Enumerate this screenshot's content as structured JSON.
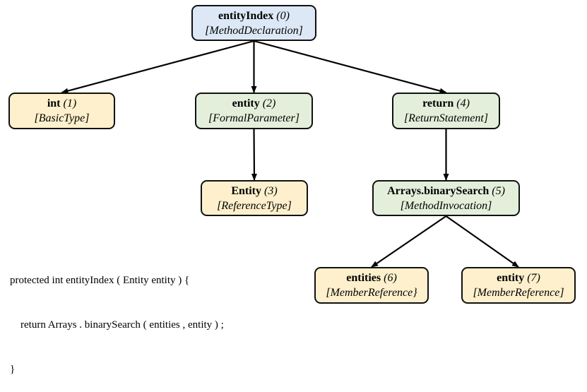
{
  "colors": {
    "method_declaration": "#dce8f6",
    "green_node": "#e3efda",
    "yellow_node": "#fef0cc",
    "edge": "#000000"
  },
  "nodes": [
    {
      "id": 0,
      "name": "entityIndex",
      "index": "(0)",
      "type": "[MethodDeclaration]",
      "fill": "blue"
    },
    {
      "id": 1,
      "name": "int",
      "index": "(1)",
      "type": "[BasicType]",
      "fill": "yellow"
    },
    {
      "id": 2,
      "name": "entity",
      "index": "(2)",
      "type": "[FormalParameter]",
      "fill": "green"
    },
    {
      "id": 3,
      "name": "Entity",
      "index": "(3)",
      "type": "[ReferenceType]",
      "fill": "yellow"
    },
    {
      "id": 4,
      "name": "return",
      "index": "(4)",
      "type": "[ReturnStatement]",
      "fill": "green"
    },
    {
      "id": 5,
      "name": "Arrays.binarySearch",
      "index": "(5)",
      "type": "[MethodInvocation]",
      "fill": "green"
    },
    {
      "id": 6,
      "name": "entities",
      "index": "(6)",
      "type": "[MemberReference}",
      "fill": "yellow"
    },
    {
      "id": 7,
      "name": "entity",
      "index": "(7)",
      "type": "[MemberReference]",
      "fill": "yellow"
    }
  ],
  "edges": [
    {
      "from": 0,
      "to": 1
    },
    {
      "from": 0,
      "to": 2
    },
    {
      "from": 0,
      "to": 4
    },
    {
      "from": 2,
      "to": 3
    },
    {
      "from": 4,
      "to": 5
    },
    {
      "from": 5,
      "to": 6
    },
    {
      "from": 5,
      "to": 7
    }
  ],
  "code": {
    "line1": "protected int entityIndex ( Entity entity ) {",
    "line2": "    return Arrays . binarySearch ( entities , entity ) ;",
    "line3": "}"
  }
}
